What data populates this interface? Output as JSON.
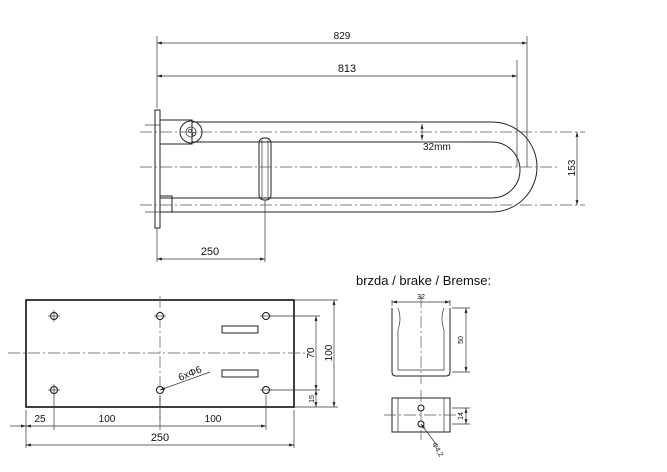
{
  "top_view": {
    "dim_829": "829",
    "dim_813": "813",
    "dim_32mm": "32mm",
    "dim_153": "153",
    "dim_250": "250"
  },
  "plate_view": {
    "dim_25": "25",
    "dim_100_a": "100",
    "dim_100_b": "100",
    "dim_250": "250",
    "dim_70": "70",
    "dim_100_v": "100",
    "dim_15": "15",
    "holes_label": "6xΦ6"
  },
  "brake_view": {
    "title": "brzda / brake / Bremse:",
    "dim_32": "32",
    "dim_50": "50",
    "dim_14": "14",
    "dim_phi": "Φ4,2"
  }
}
